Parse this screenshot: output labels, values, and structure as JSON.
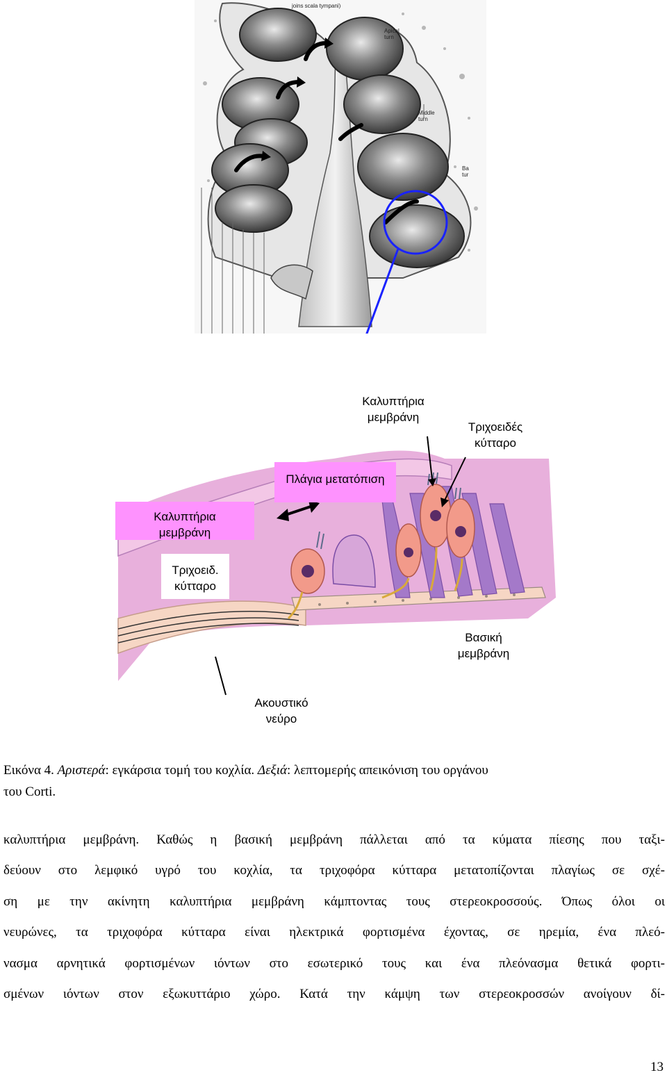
{
  "figure_top": {
    "labels": {
      "scala": "joins scala tympani)",
      "apical": "Apical\nturn",
      "middle": "Middle\nturn",
      "basal": "Ba\ntur"
    }
  },
  "figure_bottom": {
    "labels": {
      "tectorial_top": "Καλυπτήρια\nμεμβράνη",
      "hair_cell_top": "Τριχοειδές\nκύτταρο",
      "lateral_shift": "Πλάγια μετατόπιση",
      "tectorial_left": "Καλυπτήρια\nμεμβράνη",
      "hair_cell_left": "Τριχοειδ.\nκύτταρο",
      "basilar": "Βασική\nμεμβράνη",
      "nerve": "Ακουστικό\nνεύρο"
    },
    "colors": {
      "tissue": "#e8b0dc",
      "tissue_dark": "#c98bcf",
      "membrane": "#f3c7e6",
      "hair_cell": "#f29a8a",
      "label_bg": "#fe92fe",
      "pointer": "#1a23ff"
    }
  },
  "caption": {
    "prefix": "Εικόνα 4. ",
    "left_label": "Αριστερά",
    "left_text": ": εγκάρσια τομή του κοχλία. ",
    "right_label": "Δεξιά",
    "right_text": ": λεπτομερής απεικόνιση του οργάνου",
    "line2": "του Corti."
  },
  "body": {
    "lines": [
      "καλυπτήρια μεμβράνη. Καθώς η βασική μεμβράνη πάλλεται από τα κύματα πίεσης που ταξι-",
      "δεύουν στο λεμφικό υγρό του κοχλία, τα τριχοφόρα κύτταρα μετατοπίζονται πλαγίως σε σχέ-",
      "ση με την ακίνητη καλυπτήρια μεμβράνη κάμπτοντας τους στερεοκροσσούς. Όπως όλοι οι",
      "νευρώνες, τα τριχοφόρα κύτταρα είναι ηλεκτρικά φορτισμένα έχοντας, σε ηρεμία, ένα πλεό-",
      "νασμα αρνητικά φορτισμένων ιόντων στο εσωτερικό τους και ένα πλεόνασμα θετικά φορτι-",
      "σμένων ιόντων στον εξωκυττάριο χώρο. Κατά την κάμψη των στερεοκροσσών ανοίγουν δί-"
    ]
  },
  "page_number": "13"
}
